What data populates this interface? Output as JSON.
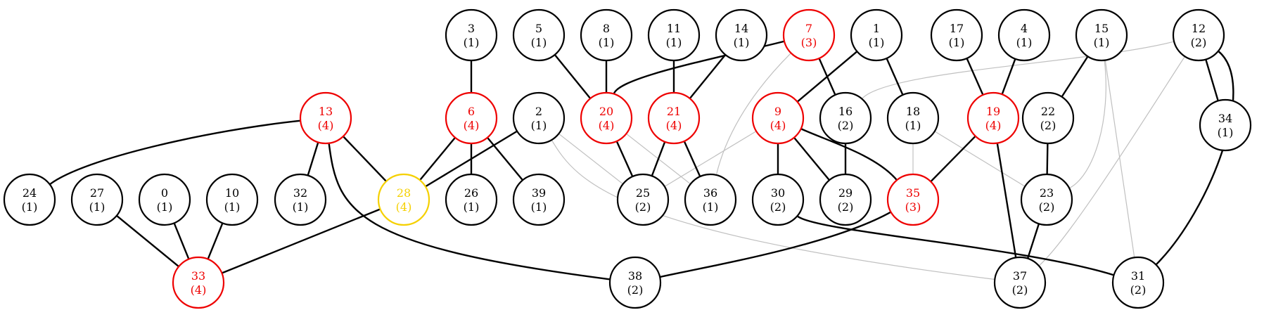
{
  "colors": {
    "default": "#000000",
    "highlight": "#ee0000",
    "selected": "#f5d000",
    "weak_edge": "#c0c0c0"
  },
  "nodes": [
    {
      "id": "3",
      "count": "(1)",
      "status": "default"
    },
    {
      "id": "5",
      "count": "(1)",
      "status": "default"
    },
    {
      "id": "8",
      "count": "(1)",
      "status": "default"
    },
    {
      "id": "11",
      "count": "(1)",
      "status": "default"
    },
    {
      "id": "14",
      "count": "(1)",
      "status": "default"
    },
    {
      "id": "7",
      "count": "(3)",
      "status": "highlight"
    },
    {
      "id": "1",
      "count": "(1)",
      "status": "default"
    },
    {
      "id": "17",
      "count": "(1)",
      "status": "default"
    },
    {
      "id": "4",
      "count": "(1)",
      "status": "default"
    },
    {
      "id": "15",
      "count": "(1)",
      "status": "default"
    },
    {
      "id": "12",
      "count": "(2)",
      "status": "default"
    },
    {
      "id": "13",
      "count": "(4)",
      "status": "highlight"
    },
    {
      "id": "6",
      "count": "(4)",
      "status": "highlight"
    },
    {
      "id": "2",
      "count": "(1)",
      "status": "default"
    },
    {
      "id": "20",
      "count": "(4)",
      "status": "highlight"
    },
    {
      "id": "21",
      "count": "(4)",
      "status": "highlight"
    },
    {
      "id": "9",
      "count": "(4)",
      "status": "highlight"
    },
    {
      "id": "16",
      "count": "(2)",
      "status": "default"
    },
    {
      "id": "18",
      "count": "(1)",
      "status": "default"
    },
    {
      "id": "19",
      "count": "(4)",
      "status": "highlight"
    },
    {
      "id": "22",
      "count": "(2)",
      "status": "default"
    },
    {
      "id": "34",
      "count": "(1)",
      "status": "default"
    },
    {
      "id": "24",
      "count": "(1)",
      "status": "default"
    },
    {
      "id": "27",
      "count": "(1)",
      "status": "default"
    },
    {
      "id": "0",
      "count": "(1)",
      "status": "default"
    },
    {
      "id": "10",
      "count": "(1)",
      "status": "default"
    },
    {
      "id": "32",
      "count": "(1)",
      "status": "default"
    },
    {
      "id": "28",
      "count": "(4)",
      "status": "selected"
    },
    {
      "id": "26",
      "count": "(1)",
      "status": "default"
    },
    {
      "id": "39",
      "count": "(1)",
      "status": "default"
    },
    {
      "id": "25",
      "count": "(2)",
      "status": "default"
    },
    {
      "id": "36",
      "count": "(1)",
      "status": "default"
    },
    {
      "id": "30",
      "count": "(2)",
      "status": "default"
    },
    {
      "id": "29",
      "count": "(2)",
      "status": "default"
    },
    {
      "id": "35",
      "count": "(3)",
      "status": "highlight"
    },
    {
      "id": "23",
      "count": "(2)",
      "status": "default"
    },
    {
      "id": "33",
      "count": "(4)",
      "status": "highlight"
    },
    {
      "id": "38",
      "count": "(2)",
      "status": "default"
    },
    {
      "id": "37",
      "count": "(2)",
      "status": "default"
    },
    {
      "id": "31",
      "count": "(2)",
      "status": "default"
    }
  ],
  "edges": [
    {
      "from": "3",
      "to": "6",
      "type": "strong"
    },
    {
      "from": "5",
      "to": "20",
      "type": "strong"
    },
    {
      "from": "8",
      "to": "20",
      "type": "strong"
    },
    {
      "from": "11",
      "to": "21",
      "type": "strong"
    },
    {
      "from": "14",
      "to": "21",
      "type": "strong"
    },
    {
      "from": "7",
      "to": "20",
      "type": "strong"
    },
    {
      "from": "7",
      "to": "16",
      "type": "strong"
    },
    {
      "from": "7",
      "to": "36",
      "type": "weak"
    },
    {
      "from": "1",
      "to": "9",
      "type": "strong"
    },
    {
      "from": "1",
      "to": "18",
      "type": "strong"
    },
    {
      "from": "17",
      "to": "19",
      "type": "strong"
    },
    {
      "from": "4",
      "to": "19",
      "type": "strong"
    },
    {
      "from": "15",
      "to": "22",
      "type": "strong"
    },
    {
      "from": "15",
      "to": "23",
      "type": "weak"
    },
    {
      "from": "15",
      "to": "31",
      "type": "weak"
    },
    {
      "from": "12",
      "to": "34",
      "type": "strong"
    },
    {
      "from": "12",
      "to": "31",
      "type": "strong"
    },
    {
      "from": "12",
      "to": "16",
      "type": "weak"
    },
    {
      "from": "12",
      "to": "37",
      "type": "weak"
    },
    {
      "from": "13",
      "to": "24",
      "type": "strong"
    },
    {
      "from": "13",
      "to": "32",
      "type": "strong"
    },
    {
      "from": "13",
      "to": "28",
      "type": "strong"
    },
    {
      "from": "13",
      "to": "38",
      "type": "strong"
    },
    {
      "from": "6",
      "to": "28",
      "type": "strong"
    },
    {
      "from": "6",
      "to": "26",
      "type": "strong"
    },
    {
      "from": "6",
      "to": "39",
      "type": "strong"
    },
    {
      "from": "2",
      "to": "28",
      "type": "strong"
    },
    {
      "from": "2",
      "to": "25",
      "type": "weak"
    },
    {
      "from": "2",
      "to": "37",
      "type": "weak"
    },
    {
      "from": "20",
      "to": "25",
      "type": "strong"
    },
    {
      "from": "20",
      "to": "36",
      "type": "weak"
    },
    {
      "from": "21",
      "to": "25",
      "type": "strong"
    },
    {
      "from": "21",
      "to": "36",
      "type": "strong"
    },
    {
      "from": "9",
      "to": "30",
      "type": "strong"
    },
    {
      "from": "9",
      "to": "29",
      "type": "strong"
    },
    {
      "from": "9",
      "to": "35",
      "type": "strong"
    },
    {
      "from": "9",
      "to": "25",
      "type": "weak"
    },
    {
      "from": "16",
      "to": "29",
      "type": "strong"
    },
    {
      "from": "18",
      "to": "35",
      "type": "weak"
    },
    {
      "from": "18",
      "to": "23",
      "type": "weak"
    },
    {
      "from": "19",
      "to": "35",
      "type": "strong"
    },
    {
      "from": "19",
      "to": "37",
      "type": "strong"
    },
    {
      "from": "22",
      "to": "23",
      "type": "strong"
    },
    {
      "from": "23",
      "to": "37",
      "type": "strong"
    },
    {
      "from": "27",
      "to": "33",
      "type": "strong"
    },
    {
      "from": "0",
      "to": "33",
      "type": "strong"
    },
    {
      "from": "10",
      "to": "33",
      "type": "strong"
    },
    {
      "from": "28",
      "to": "33",
      "type": "strong"
    },
    {
      "from": "35",
      "to": "38",
      "type": "strong"
    },
    {
      "from": "30",
      "to": "31",
      "type": "strong"
    }
  ]
}
